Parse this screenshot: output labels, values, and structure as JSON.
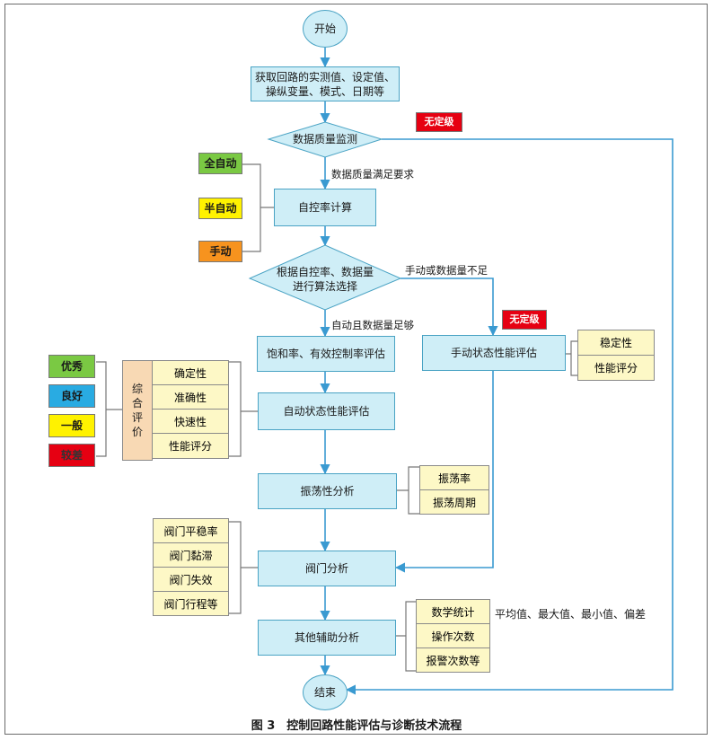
{
  "flow": {
    "start": "开始",
    "acquire": [
      "获取回路的实测值、设定值、",
      "操纵变量、模式、日期等"
    ],
    "quality_check": "数据质量监测",
    "no_rating_1": "无定级",
    "quality_ok": "数据质量满足要求",
    "modes": {
      "full_auto": "全自动",
      "half_auto": "半自动",
      "manual": "手动"
    },
    "auto_rate": "自控率计算",
    "select": [
      "根据自控率、数据量",
      "进行算法选择"
    ],
    "manual_insufficient": "手动或数据量不足",
    "auto_sufficient": "自动且数据量足够",
    "no_rating_2": "无定级",
    "saturation": "饱和率、有效控制率评估",
    "manual_perf": "手动状态性能评估",
    "manual_items": [
      "稳定性",
      "性能评分"
    ],
    "auto_perf": "自动状态性能评估",
    "grades": {
      "excellent": "优秀",
      "good": "良好",
      "average": "一般",
      "poor": "较差"
    },
    "overall": [
      "综",
      "合",
      "评",
      "价"
    ],
    "auto_items": [
      "确定性",
      "准确性",
      "快速性",
      "性能评分"
    ],
    "oscillation": "振荡性分析",
    "osc_items": [
      "振荡率",
      "振荡周期"
    ],
    "valve_items": [
      "阀门平稳率",
      "阀门黏滞",
      "阀门失效",
      "阀门行程等"
    ],
    "valve": "阀门分析",
    "other": "其他辅助分析",
    "other_items": [
      "数学统计",
      "操作次数",
      "报警次数等"
    ],
    "stats_note": "平均值、最大值、最小值、偏差",
    "end": "结束"
  },
  "caption": "图 3　控制回路性能评估与诊断技术流程",
  "colors": {
    "process_fill": "#cfeef7",
    "process_border": "#4aa3c4",
    "arrow": "#3a9ad1",
    "list_fill": "#fdf8c6",
    "overall_fill": "#f8d9b4",
    "green": "#7ac943",
    "yellow": "#fff200",
    "orange": "#f7931e",
    "blue": "#29abe2",
    "red": "#e60012"
  }
}
